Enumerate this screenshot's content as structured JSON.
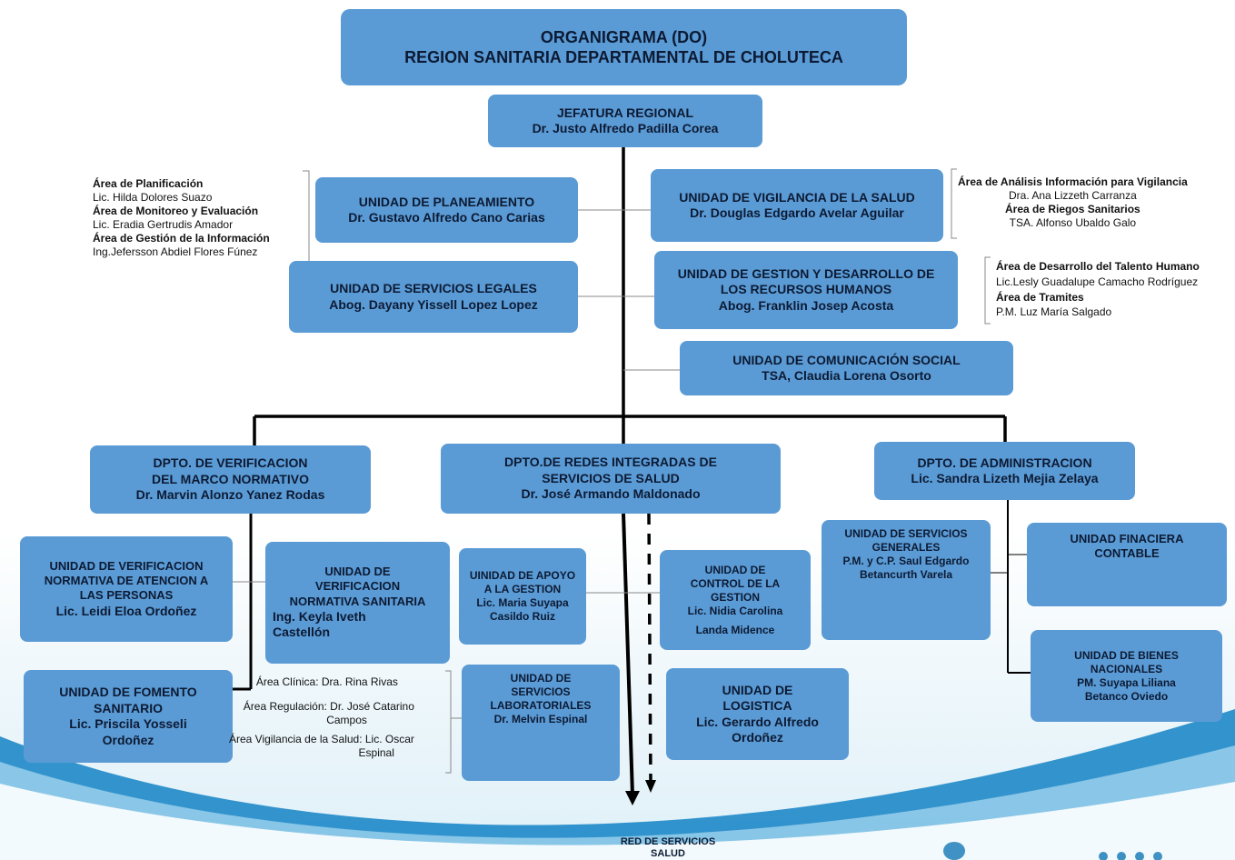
{
  "title": {
    "line1": "ORGANIGRAMA (DO)",
    "line2": "REGION SANITARIA DEPARTAMENTAL DE CHOLUTECA"
  },
  "jefatura": {
    "name": "JEFATURA REGIONAL",
    "head": "Dr. Justo Alfredo Padilla Corea"
  },
  "planeamiento": {
    "name": "UNIDAD DE PLANEAMIENTO",
    "head": "Dr. Gustavo Alfredo Cano Carias",
    "areas": [
      {
        "area": "Área de Planificación",
        "person": "Lic. Hilda Dolores Suazo"
      },
      {
        "area": "Área de Monitoreo y Evaluación",
        "person": "Lic. Eradia Gertrudis Amador"
      },
      {
        "area": "Área de Gestión de la Información",
        "person": "Ing.Jefersson Abdiel Flores Fúnez"
      }
    ]
  },
  "legales": {
    "name": "UNIDAD DE SERVICIOS LEGALES",
    "head": "Abog. Dayany Yissell Lopez Lopez"
  },
  "vigilancia": {
    "name": "UNIDAD DE VIGILANCIA DE LA SALUD",
    "head": "Dr. Douglas Edgardo Avelar Aguilar",
    "areas": [
      {
        "area": "Área de Análisis Información para Vigilancia",
        "person": "Dra. Ana Lizzeth Carranza"
      },
      {
        "area": "Área de Riegos Sanitarios",
        "person": "TSA. Alfonso Ubaldo Galo"
      }
    ]
  },
  "rrhh": {
    "name_line1": "UNIDAD DE GESTION Y DESARROLLO DE",
    "name_line2": "LOS RECURSOS HUMANOS",
    "head": "Abog. Franklin Josep Acosta",
    "areas": [
      {
        "area": "Área de Desarrollo del Talento Humano",
        "person": "Lic.Lesly Guadalupe Camacho Rodríguez"
      },
      {
        "area": "Área de Tramites",
        "person": "P.M. Luz María Salgado"
      }
    ]
  },
  "comunicacion": {
    "name": "UNIDAD DE COMUNICACIÓN SOCIAL",
    "head": "TSA, Claudia Lorena Osorto"
  },
  "dpto_verificacion": {
    "line1": "DPTO. DE VERIFICACION",
    "line2": "DEL MARCO NORMATIVO",
    "head": "Dr. Marvin Alonzo Yanez Rodas"
  },
  "dpto_redes": {
    "line1": "DPTO.DE REDES INTEGRADAS DE",
    "line2": "SERVICIOS DE SALUD",
    "head": "Dr. José Armando Maldonado"
  },
  "dpto_admin": {
    "line1": "DPTO. DE ADMINISTRACION",
    "head": "Lic. Sandra Lizeth Mejia Zelaya"
  },
  "u_atencion": {
    "l1": "UNIDAD DE VERIFICACION",
    "l2": "NORMATIVA DE ATENCION A",
    "l3": "LAS PERSONAS",
    "head": "Lic. Leidi Eloa Ordoñez"
  },
  "u_sanitaria": {
    "l1": "UNIDAD DE",
    "l2": "VERIFICACION",
    "l3": "NORMATIVA SANITARIA",
    "head1": "Ing. Keyla Iveth",
    "head2": "Castellón"
  },
  "u_fomento": {
    "l1": "UNIDAD DE FOMENTO",
    "l2": "SANITARIO",
    "head1": "Lic. Priscila Yosseli",
    "head2": "Ordoñez"
  },
  "u_apoyo": {
    "l1": "UINIDAD DE APOYO",
    "l2": "A LA GESTION",
    "head1": "Lic. Maria Suyapa",
    "head2": "Casildo Ruiz"
  },
  "u_control": {
    "l1": "UNIDAD DE",
    "l2": "CONTROL DE LA",
    "l3": "GESTION",
    "head1": "Lic. Nidia Carolina",
    "head2": "Landa Midence"
  },
  "u_lab": {
    "l1": "UNIDAD DE",
    "l2": "SERVICIOS",
    "l3": "LABORATORIALES",
    "head": "Dr. Melvin Espinal",
    "areas": [
      {
        "text": "Área Clínica: Dra. Rina Rivas"
      },
      {
        "text": "Área Regulación: Dr. José Catarino",
        "text2": "Campos"
      },
      {
        "text": "Área Vigilancia de la Salud: Lic. Oscar",
        "text2": "Espinal"
      }
    ]
  },
  "u_logistica": {
    "l1": "UNIDAD DE",
    "l2": "LOGISTICA",
    "head1": "Lic. Gerardo Alfredo",
    "head2": "Ordoñez"
  },
  "u_generales": {
    "l1": "UNIDAD DE SERVICIOS",
    "l2": "GENERALES",
    "head1": "P.M. y C.P. Saul Edgardo",
    "head2": "Betancurth Varela"
  },
  "u_financiera": {
    "l1": "UNIDAD FINACIERA",
    "l2": "CONTABLE"
  },
  "u_bienes": {
    "l1": "UNIDAD DE BIENES",
    "l2": "NACIONALES",
    "head1": "PM. Suyapa Liliana",
    "head2": "Betanco Oviedo"
  },
  "footer": {
    "line1": "RED DE SERVICIOS",
    "line2": "SALUD"
  },
  "colors": {
    "box": "#5b9bd5",
    "line": "#000000",
    "swoosh": "#1e88c8"
  }
}
